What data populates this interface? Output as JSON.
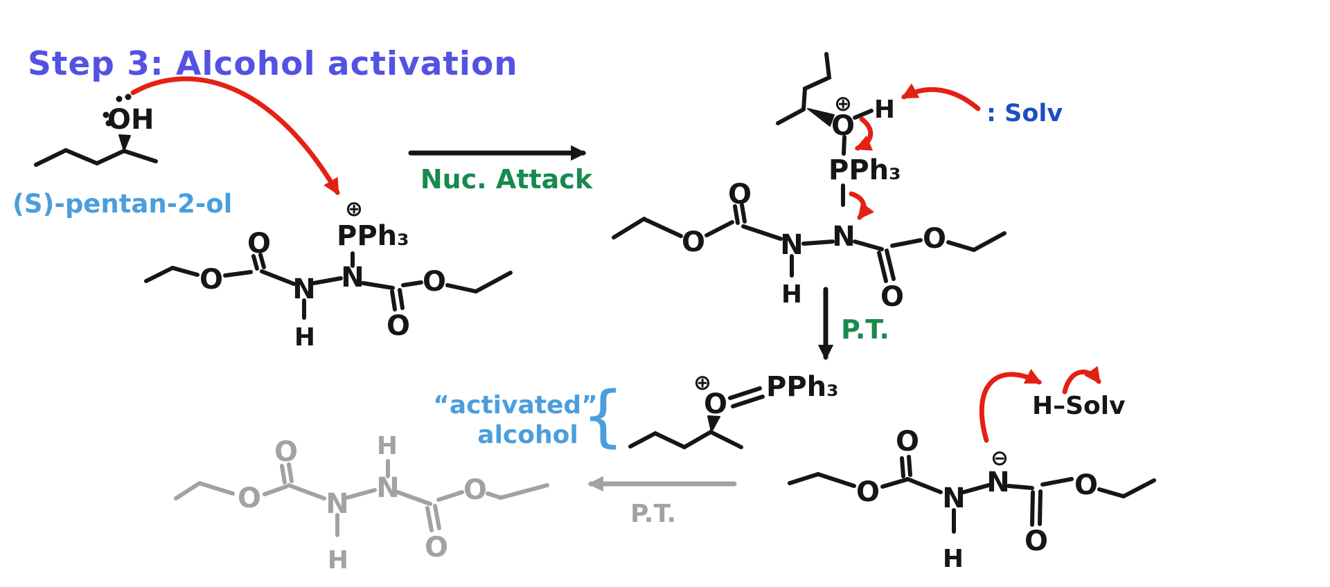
{
  "title": "Step 3: Alcohol activation",
  "substrate": {
    "name": "(S)-pentan-2-ol"
  },
  "mechanism": {
    "nuc_attack_label": "Nuc. Attack",
    "proton_transfer_label": "P.T.",
    "proton_transfer_gray_label": "P.T.",
    "solvent_label": ": Solv",
    "h_solv_label": "H–Solv",
    "activated_quoted": "“activated”",
    "activated_word": "alcohol",
    "brace": "{"
  },
  "atoms": {
    "O": "O",
    "N": "N",
    "H": "H",
    "OH": "OH",
    "PPh3": "PPh₃",
    "plus": "⊕",
    "minus": "⊖"
  },
  "colors": {
    "title": "#5452e2",
    "substrate": "#4a9edd",
    "solvent": "#1d4ec2",
    "green": "#178a4d",
    "red": "#e42015",
    "gray": "#a2a2a2",
    "ink": "#161616"
  }
}
